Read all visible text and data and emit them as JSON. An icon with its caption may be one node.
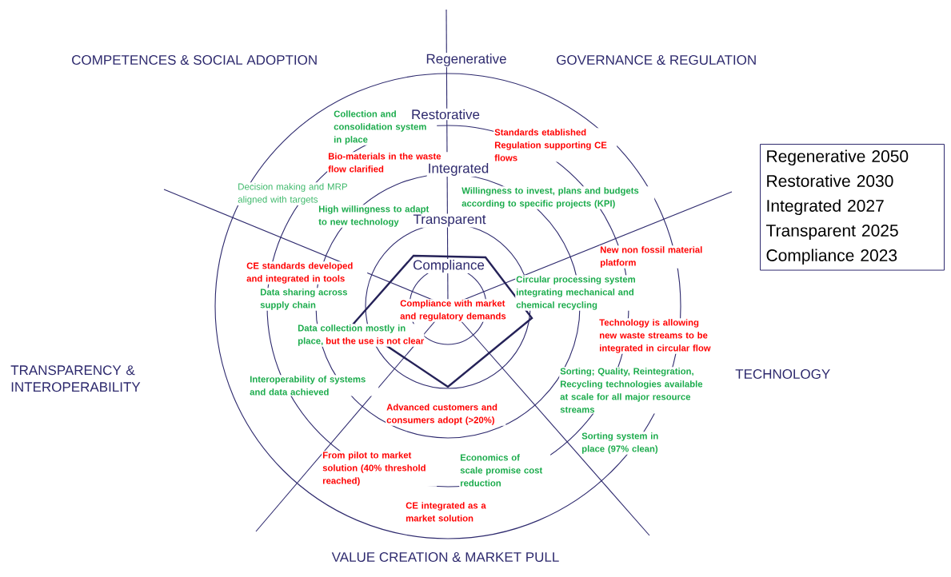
{
  "diagram": {
    "nodes": [
      {
        "text": [
          "Regenerative 2050",
          "Restorative 2030",
          "Integrated 2027",
          "Transparent 2025",
          "Compliance 2023"
        ]
      }
    ],
    "labels": [
      "COMPETENCES & SOCIAL ADOPTION",
      "Regenerative",
      "GOVERNANCE & REGULATION",
      "Restorative",
      "Collection and consolidation system in place",
      "Standards etablished Regulation supporting CE flows",
      "Bio-materials in the waste flow clarified",
      "Integrated",
      "Decision making and MRP aligned with targets",
      "Willingness to invest, plans and budgets according to specific projects (KPI)",
      "High willingness to adapt to new technology",
      "Transparent",
      "New non fossil material platform",
      "Compliance",
      "CE standards developed and integrated in tools",
      "Circular processing system integrating mechanical and chemical recycling",
      "Data sharing across supply chain",
      "Compliance with market and regulatory demands",
      "Technology is allowing new waste streams to be integrated in circular flow",
      "Data collection mostly in place,",
      "but the use is not clear",
      "TRANSPARENCY & INTEROPERABILITY",
      "TECHNOLOGY",
      "Interoperability of systems and data achieved",
      "Sorting; Quality, Reintegration, Recycling technologies available at scale for all major resource streams",
      "Advanced customers and consumers adopt (>20%)",
      "Sorting system in place (97% clean)",
      "From pilot to market solution (40% threshold reached)",
      "Economics of scale promise cost reduction",
      "CE integrated as a market solution",
      "VALUE CREATION & MARKET PULL"
    ]
  }
}
